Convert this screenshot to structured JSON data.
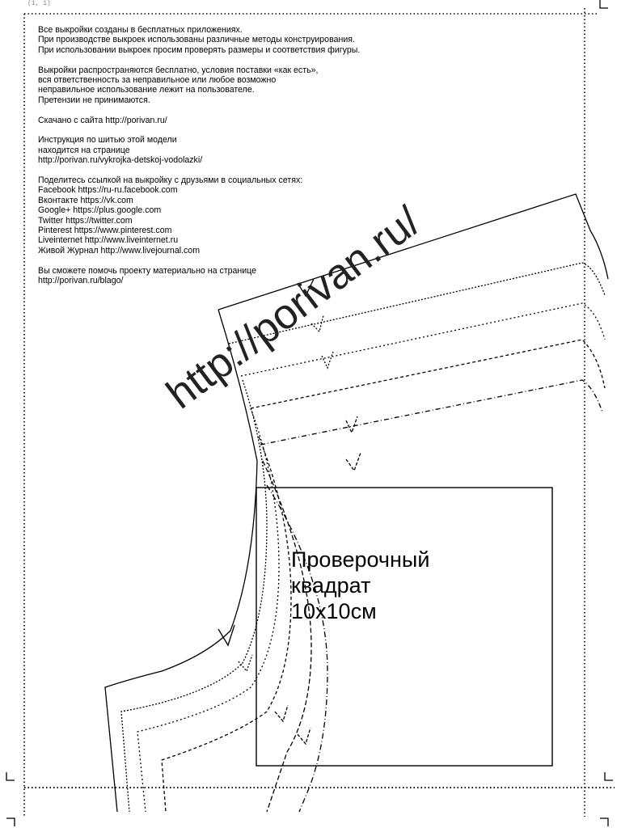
{
  "page_index": "(1, 1)",
  "info": {
    "paragraphs": [
      [
        "Все выкройки созданы в бесплатных приложениях.",
        "При производстве выкроек использованы различные методы конструирования.",
        "При использовании выкроек просим проверять размеры и соответствия фигуры."
      ],
      [
        "Выкройки распространяются бесплатно, условия поставки «как есть»,",
        "вся ответственность за неправильное или любое возможно",
        "неправильное использование лежит на пользователе.",
        "Претензии не принимаются."
      ],
      [
        "Скачано с сайта http://porivan.ru/"
      ],
      [
        "Инструкция по шитью этой модели",
        "находится на странице",
        "http://porivan.ru/vykrojka-detskoj-vodolazki/"
      ],
      [
        "Поделитесь ссылкой на выкройку с друзьями в социальных сетях:",
        "Facebook https://ru-ru.facebook.com",
        "Вконтакте https://vk.com",
        "Google+ https://plus.google.com",
        "Twitter https://twitter.com",
        "Pinterest https://www.pinterest.com",
        "Liveinternet http://www.liveinternet.ru",
        "Живой Журнал http://www.livejournal.com"
      ],
      [
        "Вы сможете помочь проекту материально на странице",
        "http://porivan.ru/blago/"
      ]
    ]
  },
  "watermark": "http://porivan.ru/",
  "check_square": {
    "label_lines": [
      "Проверочный",
      "квадрат",
      "10x10см"
    ]
  }
}
